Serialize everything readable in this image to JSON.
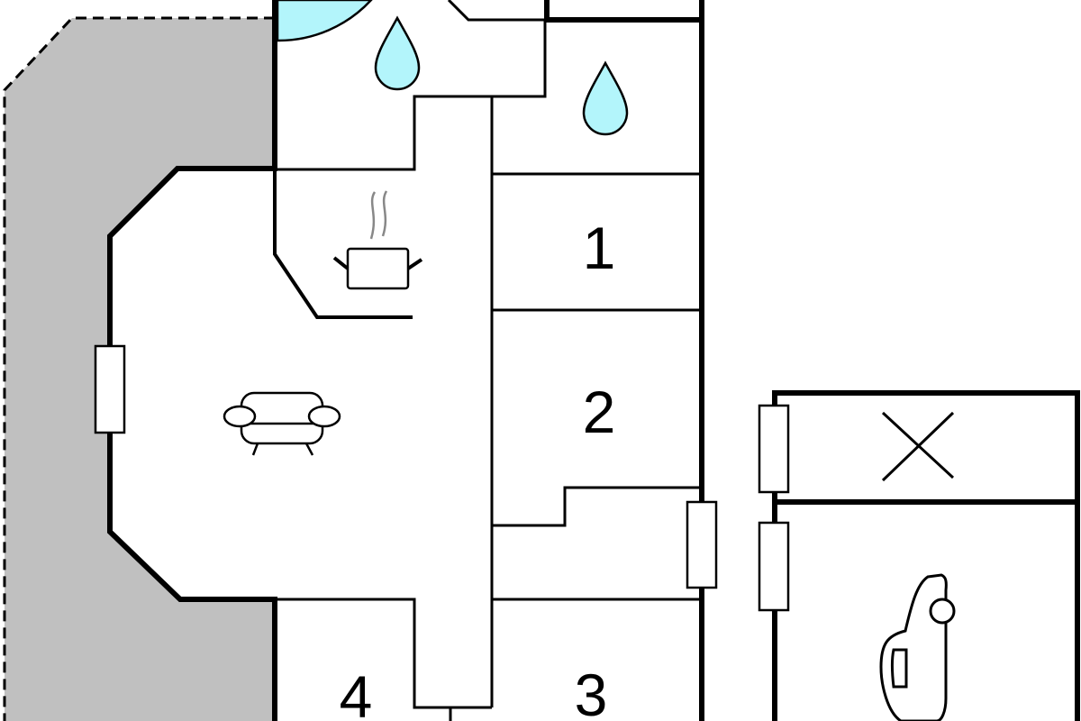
{
  "title": "Floor plan",
  "rooms": [
    {
      "id": "room-1",
      "label": "1"
    },
    {
      "id": "room-2",
      "label": "2"
    },
    {
      "id": "room-3",
      "label": "3"
    },
    {
      "id": "room-4",
      "label": "4"
    }
  ],
  "icons": [
    "water-drop-icon",
    "cooking-pot-icon",
    "sofa-icon",
    "car-icon",
    "cross-icon",
    "shower-icon"
  ],
  "colors": {
    "terrace": "#c0c0c0",
    "water": "#b3f5fb",
    "wall": "#000000",
    "background": "#ffffff"
  }
}
